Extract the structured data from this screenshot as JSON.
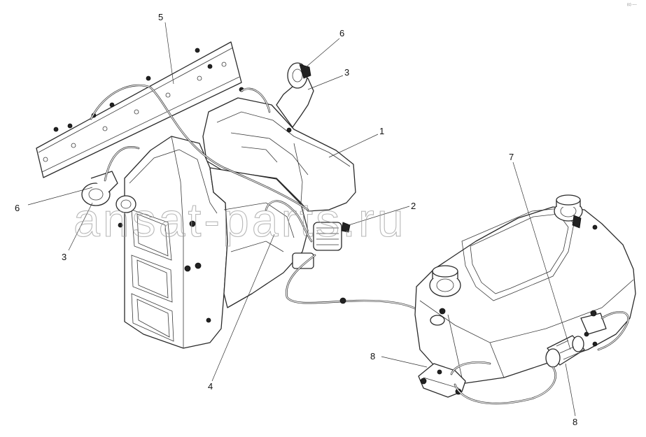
{
  "watermark": "ansat-parts.ru",
  "copyright": "(c) ----",
  "callouts": [
    {
      "id": "1",
      "label": "1"
    },
    {
      "id": "2",
      "label": "2"
    },
    {
      "id": "3a",
      "label": "3"
    },
    {
      "id": "3b",
      "label": "3"
    },
    {
      "id": "4",
      "label": "4"
    },
    {
      "id": "5",
      "label": "5"
    },
    {
      "id": "6a",
      "label": "6"
    },
    {
      "id": "6b",
      "label": "6"
    },
    {
      "id": "7",
      "label": "7"
    },
    {
      "id": "8a",
      "label": "8"
    },
    {
      "id": "8b",
      "label": "8"
    }
  ]
}
